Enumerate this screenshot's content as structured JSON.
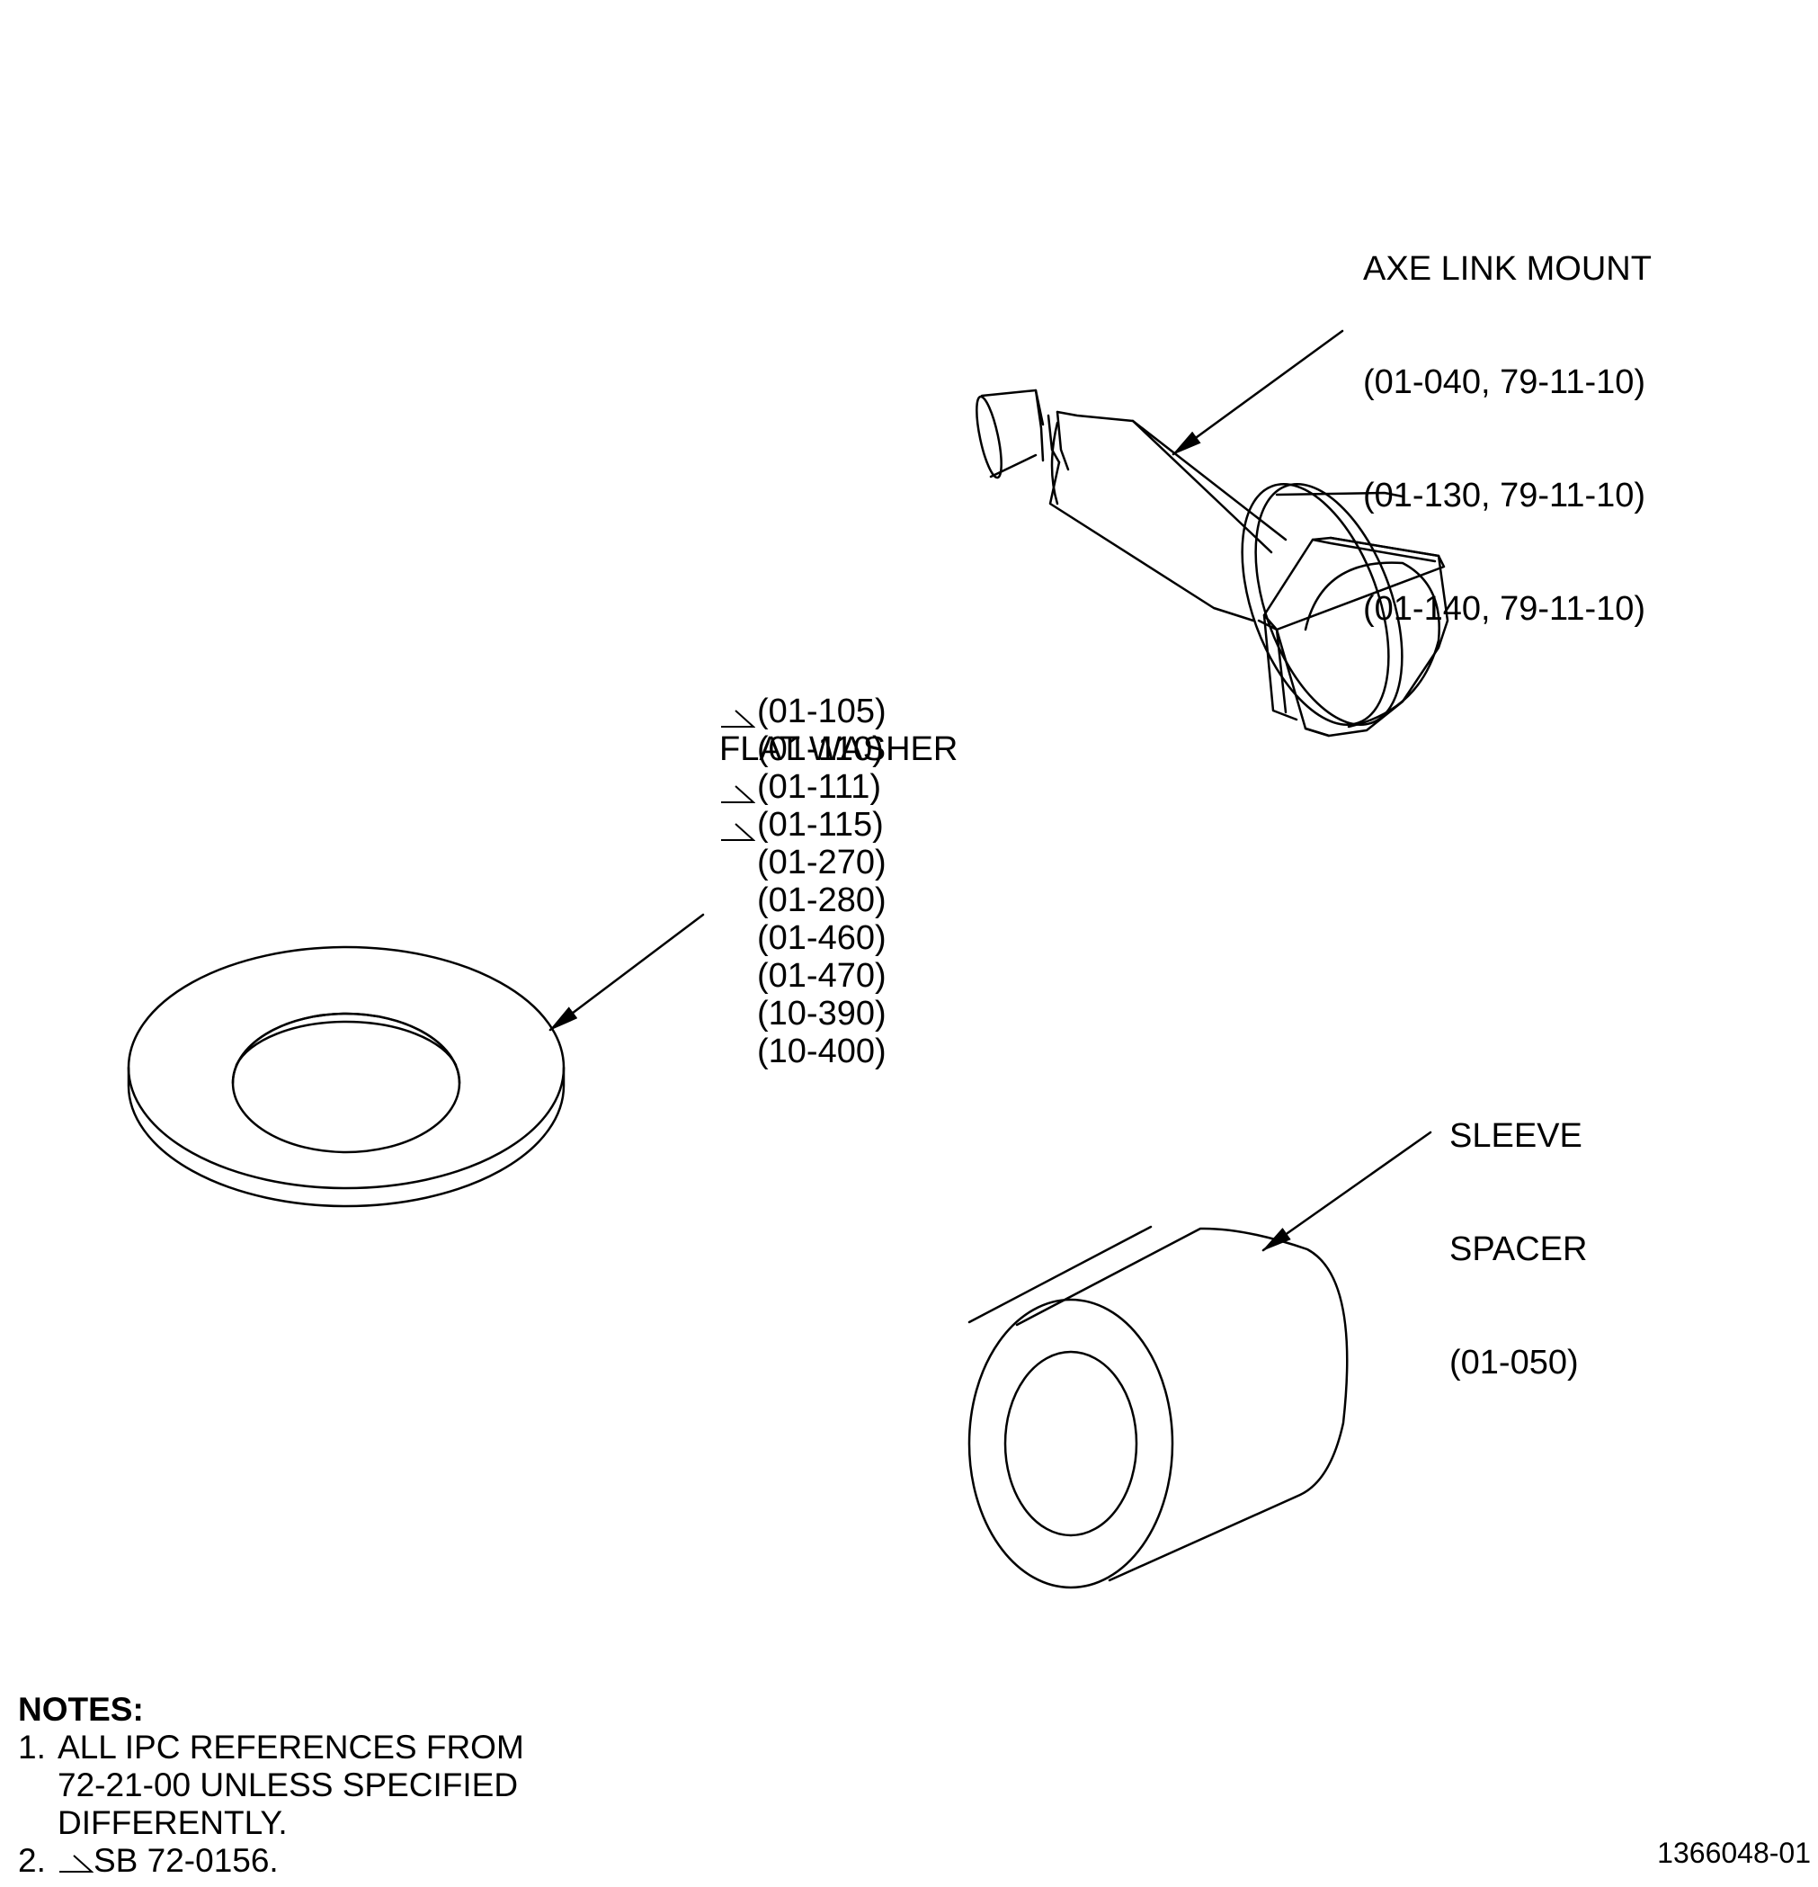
{
  "parts": {
    "axe_link_mount": {
      "name": "AXE LINK MOUNT",
      "refs": [
        "(01-040, 79-11-10)",
        "(01-130, 79-11-10)",
        "(01-140, 79-11-10)"
      ]
    },
    "flat_washer": {
      "name": "FLAT WASHER",
      "refs": [
        {
          "text": "(01-105)",
          "flag": true
        },
        {
          "text": "(01-110)",
          "flag": false
        },
        {
          "text": "(01-111)",
          "flag": true
        },
        {
          "text": "(01-115)",
          "flag": true
        },
        {
          "text": "(01-270)",
          "flag": false
        },
        {
          "text": "(01-280)",
          "flag": false
        },
        {
          "text": "(01-460)",
          "flag": false
        },
        {
          "text": "(01-470)",
          "flag": false
        },
        {
          "text": "(10-390)",
          "flag": false
        },
        {
          "text": "(10-400)",
          "flag": false
        }
      ]
    },
    "sleeve_spacer": {
      "name_line1": "SLEEVE",
      "name_line2": "SPACER",
      "ref": "(01-050)"
    }
  },
  "notes": {
    "heading": "NOTES:",
    "item1_num": "1.",
    "item1_text": "ALL IPC REFERENCES FROM\n72-21-00 UNLESS SPECIFIED\nDIFFERENTLY.",
    "item2_num": "2.",
    "item2_text": "SB 72-0156."
  },
  "drawing_number": "1366048-01"
}
